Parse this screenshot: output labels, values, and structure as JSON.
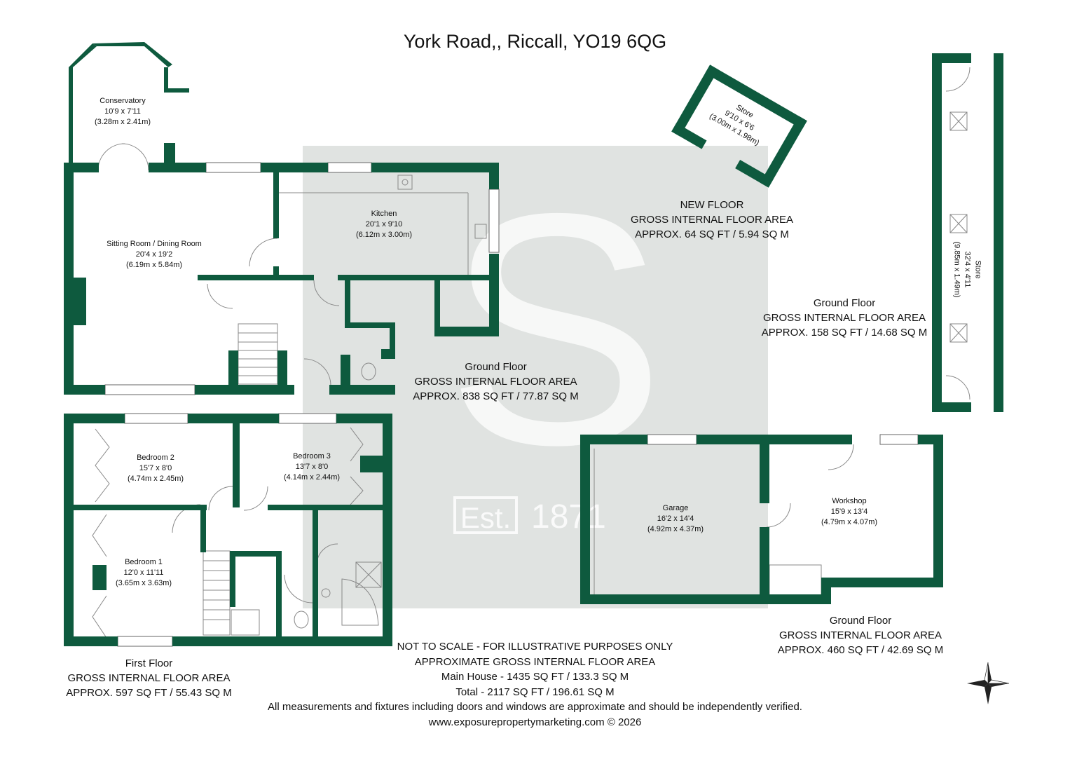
{
  "header": {
    "title": "York Road,, Riccall, YO19 6QG"
  },
  "watermark": {
    "badge": "Est.",
    "year": "1871"
  },
  "rooms": {
    "conservatory": {
      "name": "Conservatory",
      "dims": "10'9 x 7'11",
      "metric": "(3.28m x 2.41m)"
    },
    "sitting": {
      "name": "Sitting Room / Dining Room",
      "dims": "20'4 x 19'2",
      "metric": "(6.19m x 5.84m)"
    },
    "kitchen": {
      "name": "Kitchen",
      "dims": "20'1 x 9'10",
      "metric": "(6.12m x 3.00m)"
    },
    "bedroom2": {
      "name": "Bedroom 2",
      "dims": "15'7 x 8'0",
      "metric": "(4.74m x 2.45m)"
    },
    "bedroom3": {
      "name": "Bedroom 3",
      "dims": "13'7 x 8'0",
      "metric": "(4.14m x 2.44m)"
    },
    "bedroom1": {
      "name": "Bedroom 1",
      "dims": "12'0 x 11'11",
      "metric": "(3.65m x 3.63m)"
    },
    "garage": {
      "name": "Garage",
      "dims": "16'2 x 14'4",
      "metric": "(4.92m x 4.37m)"
    },
    "workshop": {
      "name": "Workshop",
      "dims": "15'9 x 13'4",
      "metric": "(4.79m x 4.07m)"
    },
    "store_angled": {
      "name": "Store",
      "dims": "9'10 x 6'6",
      "metric": "(3.00m x 1.98m)"
    },
    "store_long": {
      "name": "Store",
      "dims": "32'4 x 4'11",
      "metric": "(9.85m x 1.49m)"
    }
  },
  "areas": {
    "main_ground": {
      "floor": "Ground Floor",
      "label": "GROSS INTERNAL FLOOR AREA",
      "value": "APPROX. 838 SQ FT / 77.87 SQ M"
    },
    "first": {
      "floor": "First Floor",
      "label": "GROSS INTERNAL FLOOR AREA",
      "value": "APPROX. 597 SQ FT / 55.43 SQ M"
    },
    "new": {
      "floor": "NEW FLOOR",
      "label": "GROSS INTERNAL FLOOR AREA",
      "value": "APPROX. 64 SQ FT / 5.94 SQ M"
    },
    "store_ground": {
      "floor": "Ground Floor",
      "label": "GROSS INTERNAL FLOOR AREA",
      "value": "APPROX. 158 SQ FT / 14.68 SQ M"
    },
    "garage_ground": {
      "floor": "Ground Floor",
      "label": "GROSS INTERNAL FLOOR AREA",
      "value": "APPROX. 460 SQ FT / 42.69 SQ M"
    }
  },
  "notes": {
    "line1": "NOT TO SCALE - FOR ILLUSTRATIVE PURPOSES ONLY",
    "line2": "APPROXIMATE GROSS INTERNAL FLOOR AREA",
    "line3": "Main House - 1435 SQ FT / 133.3 SQ M",
    "line4": "Total - 2117 SQ FT / 196.61 SQ M",
    "disclaimer": "All measurements and fixtures including doors and windows are approximate and should be independently verified.",
    "website": "www.exposurepropertymarketing.com © 2026"
  },
  "colors": {
    "wall": "#0e5a3e",
    "watermark": "#c7ccc8",
    "text": "#111111"
  },
  "icons": {
    "compass": "compass-rose-icon"
  }
}
